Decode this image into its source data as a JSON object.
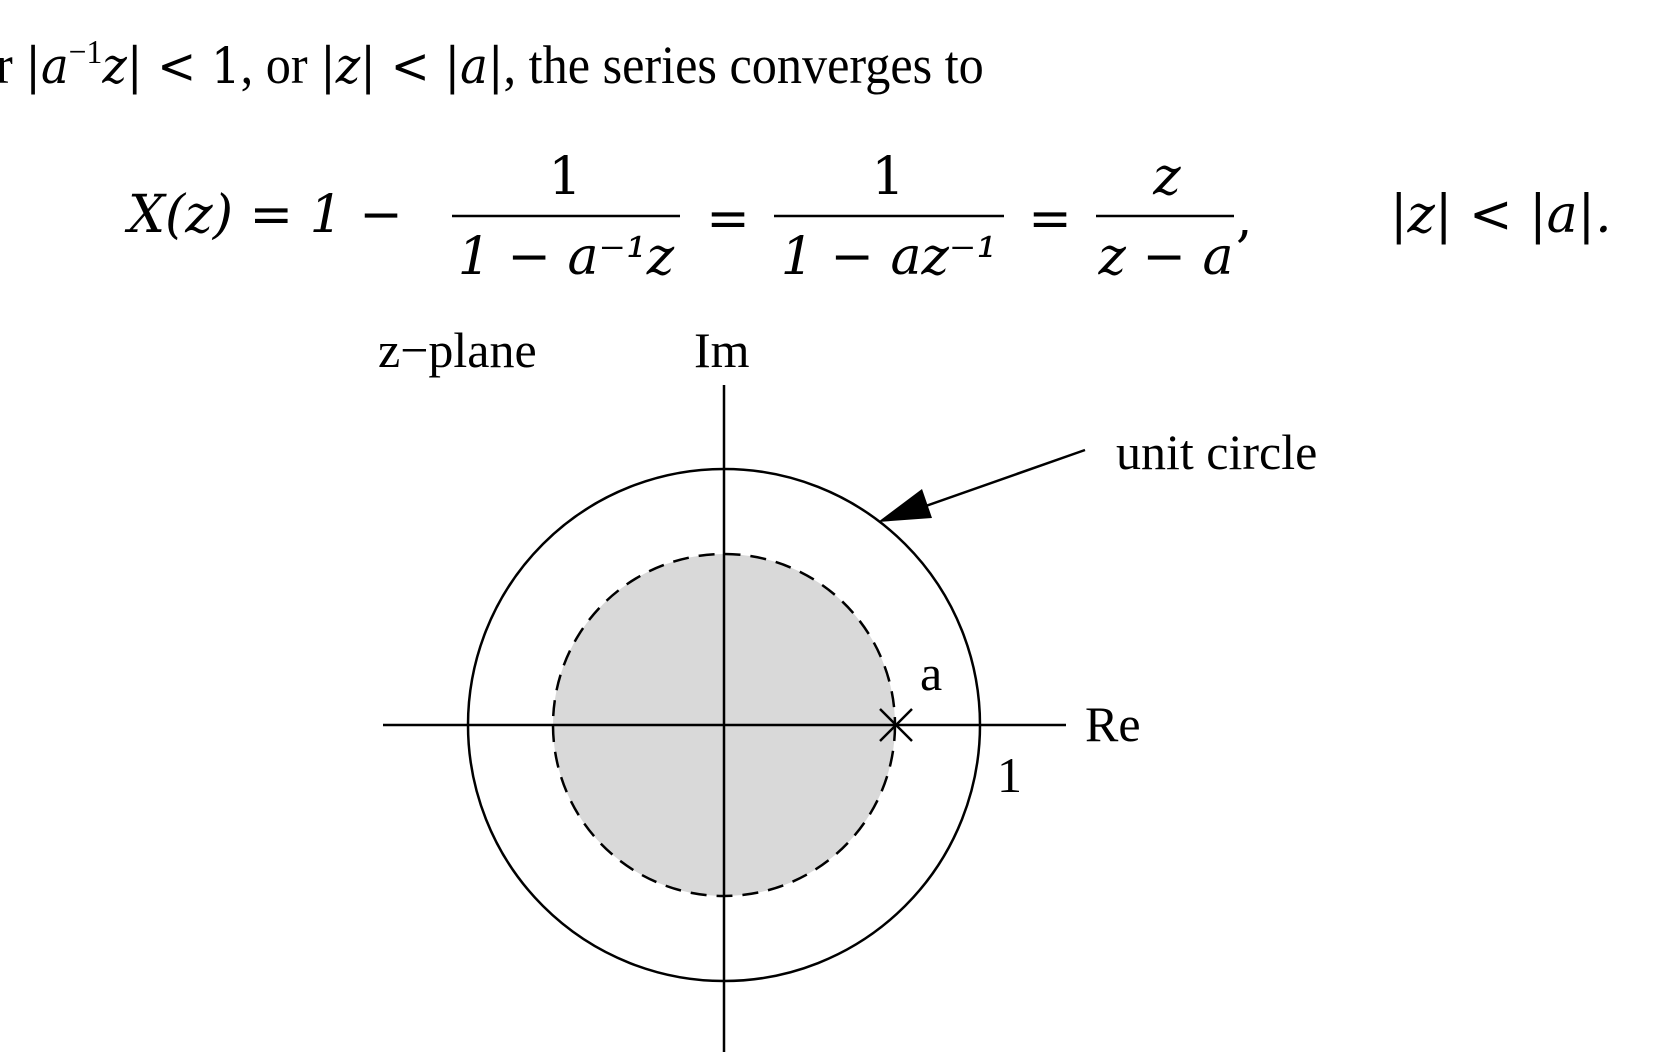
{
  "intro": {
    "prefix": "r ",
    "t1": "|",
    "t2": "a",
    "t3": "−1",
    "t4": "z",
    "t5": "| < 1",
    "t6": ", or ",
    "t7": "|",
    "t8": "z",
    "t9": "| < |",
    "t10": "a",
    "t11": "|",
    "t12": ", the series converges to"
  },
  "equation": {
    "lhs": "X(z) = 1 −",
    "frac1_num": "1",
    "frac1_den": "1 − a⁻¹z",
    "eq1": "=",
    "frac2_num": "1",
    "frac2_den": "1 − az⁻¹",
    "eq2": "=",
    "frac3_num": "z",
    "frac3_den": "z − a",
    "comma": ",",
    "condition": "|z| < |a|."
  },
  "figure": {
    "plane_label": "z−plane",
    "imag_axis_label": "Im",
    "real_axis_label": "Re",
    "unit_circle_label": "unit circle",
    "pole_label": "a",
    "unit_radius_label": "1",
    "pole_marker": "×",
    "roc_color": "#d9d9d9",
    "line_color": "#000000"
  }
}
